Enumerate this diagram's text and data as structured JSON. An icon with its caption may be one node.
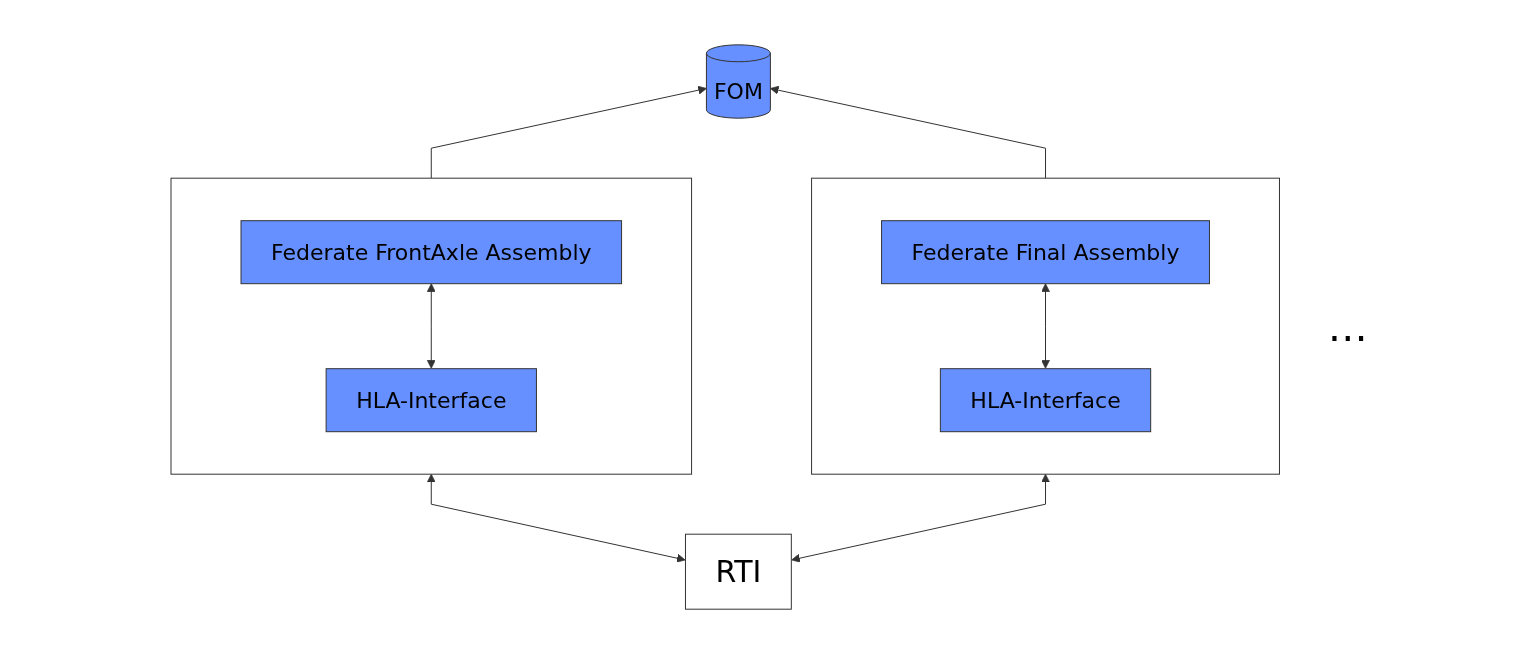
{
  "diagram": {
    "nodes": [
      {
        "text": [
          "FOM"
        ]
      },
      {
        "text": [],
        "shape": "box"
      },
      {
        "text": [
          "Federate FrontAxle Assembly"
        ],
        "in": 1
      },
      {
        "text": [
          "HLA-Interface"
        ],
        "in": 1
      },
      {
        "text": [],
        "shape": "box"
      },
      {
        "text": [
          "Federate Final Assembly"
        ],
        "in": 4
      },
      {
        "text": [
          "HLA-Interface"
        ],
        "in": 4
      },
      {
        "text": [
          "RTI"
        ]
      }
    ],
    "edges": [
      {
        "from": 1,
        "to": 0,
        "arrow": "to"
      },
      {
        "from": 4,
        "to": 0,
        "arrow": "to"
      },
      {
        "from": 2,
        "to": 3,
        "arrow": "both"
      },
      {
        "from": 5,
        "to": 6,
        "arrow": "both"
      },
      {
        "from": 1,
        "to": 7,
        "arrow": "both"
      },
      {
        "from": 4,
        "to": 7,
        "arrow": "both"
      }
    ],
    "labels": [
      "…"
    ]
  }
}
